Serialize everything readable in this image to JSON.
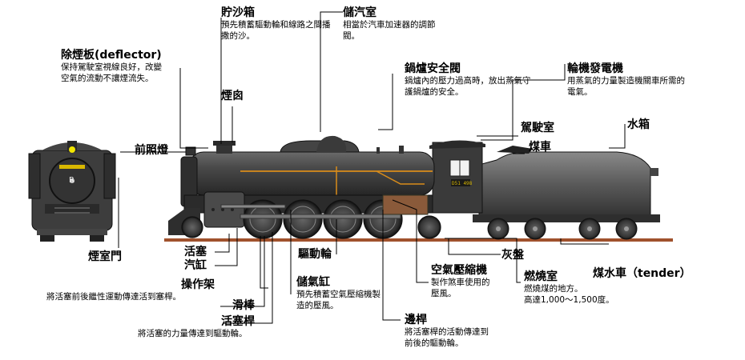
{
  "labels": {
    "sand_box": {
      "title": "貯沙箱",
      "desc": "預先積蓄驅動輪和線路之間播\n撒的沙。"
    },
    "steam_dome": {
      "title": "儲汽室",
      "desc": "相當於汽車加速器的調節\n閥。"
    },
    "deflector": {
      "title": "除煙板(deflector)",
      "desc": "保持駕駛室視線良好，改變\n空氣的流動不讓煙流失。"
    },
    "chimney": {
      "title": "煙囪"
    },
    "safety_valve": {
      "title": "鍋爐安全閥",
      "desc": "鍋爐內的壓力過高時，放出蒸氣守\n護鍋爐的安全。"
    },
    "generator": {
      "title": "輪機發電機",
      "desc": "用蒸氣的力量製造機關車所需的\n電氣。"
    },
    "cab": {
      "title": "駕駛室"
    },
    "water_tank": {
      "title": "水箱"
    },
    "coal_bunker": {
      "title": "煤車"
    },
    "headlight": {
      "title": "前照燈"
    },
    "smokebox_door": {
      "title": "煙室門"
    },
    "piston": {
      "title": "活塞"
    },
    "cylinder": {
      "title": "汽缸"
    },
    "driving_wheel": {
      "title": "驅動輪"
    },
    "ash_pan": {
      "title": "灰盤"
    },
    "tender": {
      "title": "煤水車（tender）"
    },
    "valve_gear": {
      "title": "操作架",
      "desc": "將活塞前後繼性運動傳達活到塞桿。"
    },
    "slide_bar": {
      "title": "滑棒"
    },
    "piston_rod": {
      "title": "活塞桿",
      "desc": "將活塞的力量傳達到驅動輪。"
    },
    "air_reservoir": {
      "title": "儲氣缸",
      "desc": "預先積蓄空氣壓縮機製\n造的壓風。"
    },
    "air_compressor": {
      "title": "空氣壓縮機",
      "desc": "製作煞車使用的\n壓風。"
    },
    "firebox": {
      "title": "燃燒室",
      "desc": "燃燒煤的地方。\n高達1,000～1,500度。"
    },
    "side_rod": {
      "title": "邊桿",
      "desc": "將活塞桿的活動傳達到\n前後的驅動輪。"
    }
  },
  "loco_number": "D51 498",
  "colors": {
    "body": "#3a3a3a",
    "dark": "#222222",
    "rail": "#a0522d",
    "accent": "#d98c1a",
    "line": "#000000"
  }
}
